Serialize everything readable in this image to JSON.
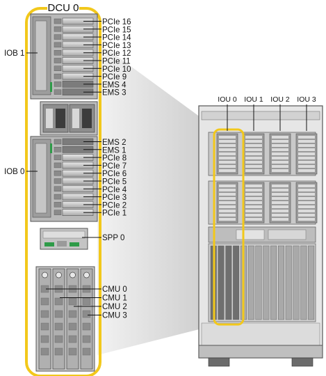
{
  "dcu_title": "DCU 0",
  "iob_labels": [
    "IOB 1",
    "IOB 0"
  ],
  "pcie_upper": [
    "PCIe 16",
    "PCIe 15",
    "PCIe 14",
    "PCIe 13",
    "PCIe 12",
    "PCIe 11",
    "PCIe 10",
    "PCIe 9"
  ],
  "ems_upper": [
    "EMS 4",
    "EMS 3"
  ],
  "ems_lower": [
    "EMS 2",
    "EMS 1"
  ],
  "pcie_lower": [
    "PCIe 8",
    "PCIe 7",
    "PCIe 6",
    "PCIe 5",
    "PCIe 4",
    "PCIe 3",
    "PCIe 2",
    "PCIe 1"
  ],
  "spp_label": "SPP 0",
  "cmu_labels": [
    "CMU 0",
    "CMU 1",
    "CMU 2",
    "CMU 3"
  ],
  "iou_labels": [
    "IOU 0",
    "IOU 1",
    "IOU 2",
    "IOU 3"
  ],
  "colors": {
    "highlight": "#f2c81b",
    "frame": "#555555",
    "callout": "#d4d4d4",
    "panel": "#cfcfcf"
  }
}
